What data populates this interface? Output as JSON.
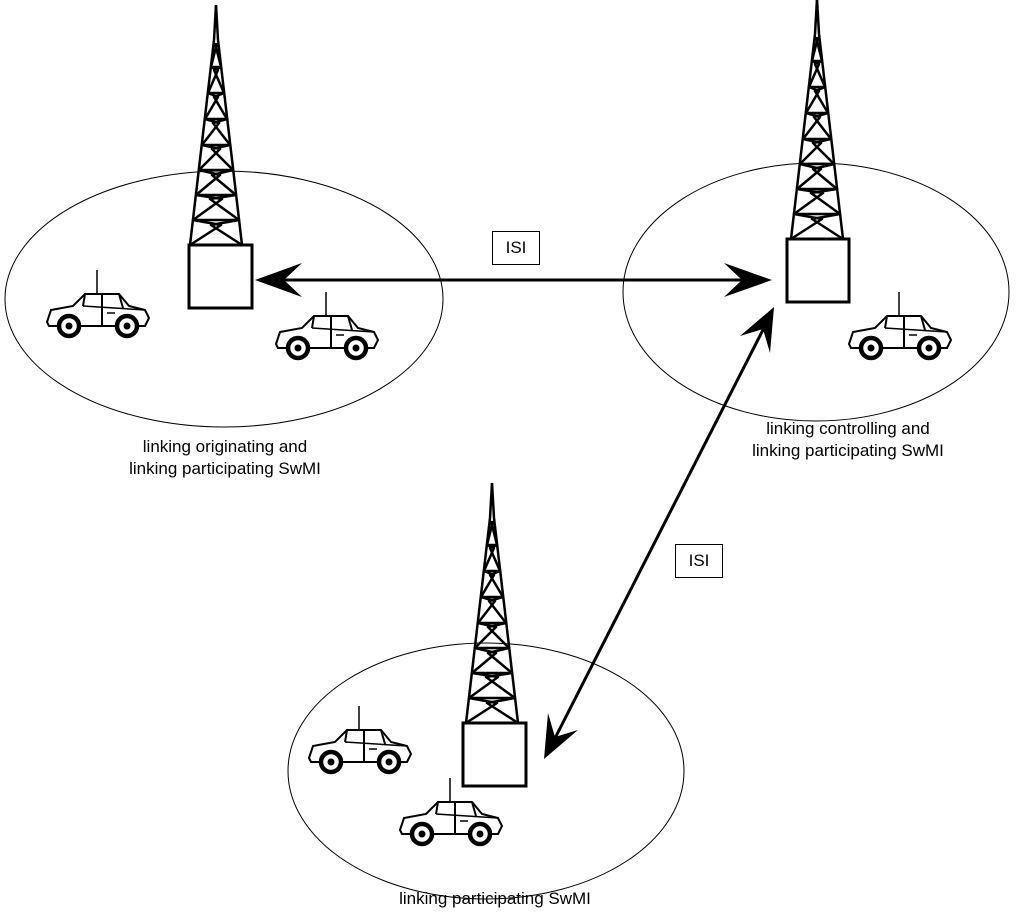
{
  "labels": {
    "originating_line1": "linking originating and",
    "originating_line2": "linking participating SwMI",
    "controlling_line1": "linking controlling and",
    "controlling_line2": "linking participating SwMI",
    "participating_line1": "linking participating SwMI",
    "isi_top": "ISI",
    "isi_right": "ISI"
  },
  "icons": {
    "tower": "lattice-radio-tower",
    "car": "police-car-with-antenna"
  },
  "colors": {
    "stroke": "#000000",
    "background": "#ffffff"
  }
}
